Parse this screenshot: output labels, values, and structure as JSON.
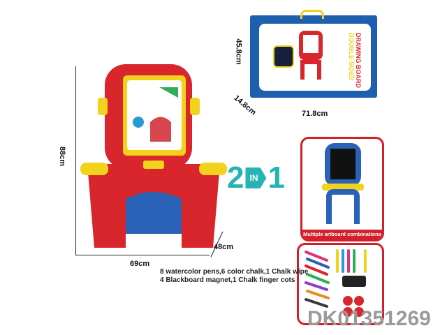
{
  "product": {
    "dimensions": {
      "height": "88cm",
      "width": "69cm",
      "depth": "48cm"
    },
    "box_dimensions": {
      "height": "45.8cm",
      "depth": "14.8cm",
      "width": "71.8cm"
    },
    "box_title_line1": "DRAWING BOARD",
    "box_title_line2": "DOUBLE-SIDED",
    "badge": {
      "num1": "2",
      "mid": "IN",
      "num2": "1"
    },
    "combo_caption": "Multiple artboard combinations",
    "contents_line1": "8 watercolor pens,6 color chalk,1 Chalk wipe",
    "contents_line2": "4 Blackboard magnet,1 Chalk finger cots",
    "item_code": "DK01351269"
  },
  "colors": {
    "red": "#d8262c",
    "yellow": "#f3d21c",
    "blue": "#2a62b8",
    "teal": "#27b3b3"
  }
}
